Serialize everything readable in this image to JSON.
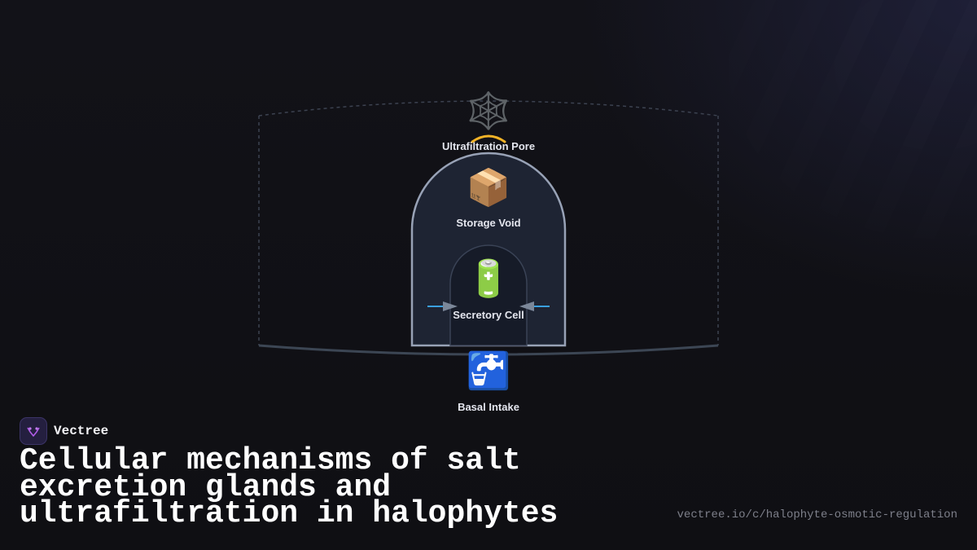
{
  "diagram": {
    "nodes": [
      {
        "id": "pore",
        "label": "Ultrafiltration Pore",
        "icon": "spider-web-icon",
        "glyph": "🕸️"
      },
      {
        "id": "storage",
        "label": "Storage Void",
        "icon": "package-icon",
        "glyph": "📦"
      },
      {
        "id": "secretory",
        "label": "Secretory Cell",
        "icon": "battery-icon",
        "glyph": "🔋"
      },
      {
        "id": "basal",
        "label": "Basal Intake",
        "icon": "faucet-icon",
        "glyph": "🚰"
      }
    ],
    "colors": {
      "outer_boundary": "#3c4250",
      "arch_fill": "#1e2433",
      "arch_stroke": "#98a2b6",
      "inner_fill": "#161b28",
      "arrow_blue": "#3aa0e0",
      "arrow_head": "#7b8799",
      "pore_arc": "#f2b327"
    }
  },
  "brand": {
    "name": "Vectree",
    "icon": "vectree-logo-icon"
  },
  "title": "Cellular mechanisms of salt excretion glands and ultrafiltration in halophytes",
  "url": "vectree.io/c/halophyte-osmotic-regulation"
}
